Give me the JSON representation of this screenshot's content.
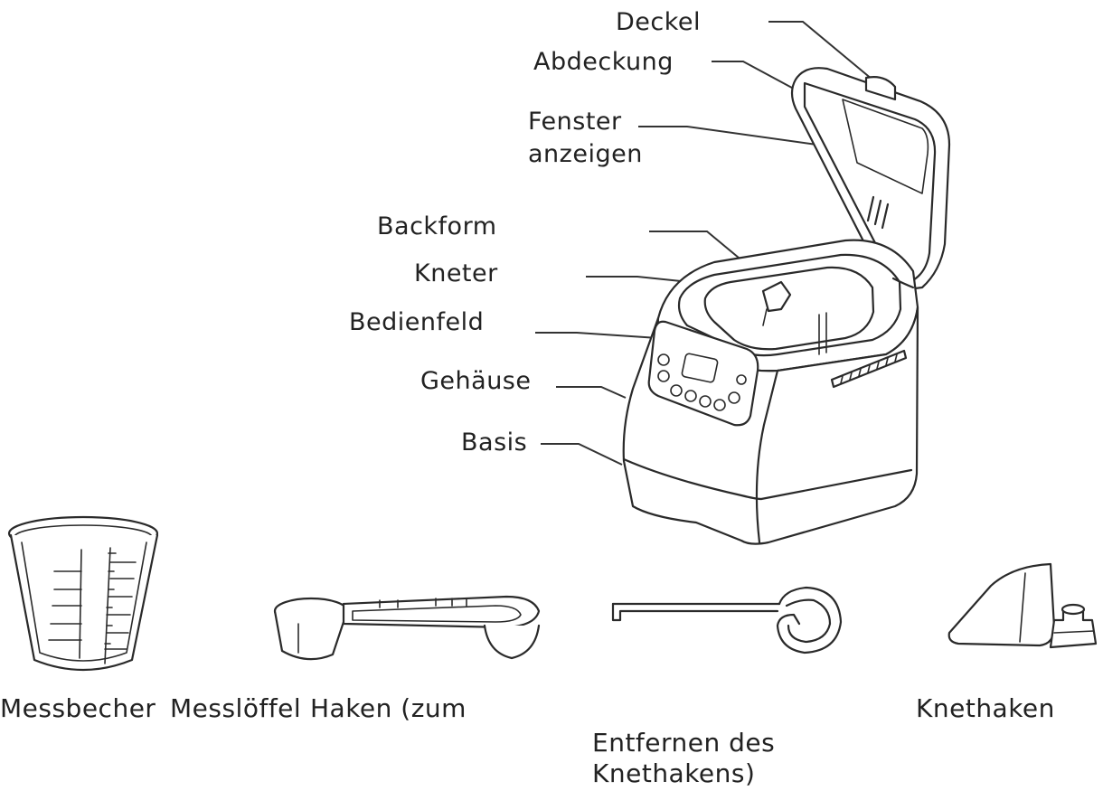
{
  "labels": {
    "deckel": "Deckel",
    "abdeckung": "Abdeckung",
    "fenster_line1": "Fenster",
    "fenster_line2": "anzeigen",
    "backform": "Backform",
    "kneter": "Kneter",
    "bedienfeld": "Bedienfeld",
    "gehaeuse": "Gehäuse",
    "basis": "Basis"
  },
  "accessories": {
    "messbecher": "Messbecher",
    "messloeffel": "Messlöffel",
    "haken_line1": "Haken (zum",
    "haken_line2": "Entfernen des",
    "haken_line3": "Knethakens)",
    "knethaken": "Knethaken"
  }
}
